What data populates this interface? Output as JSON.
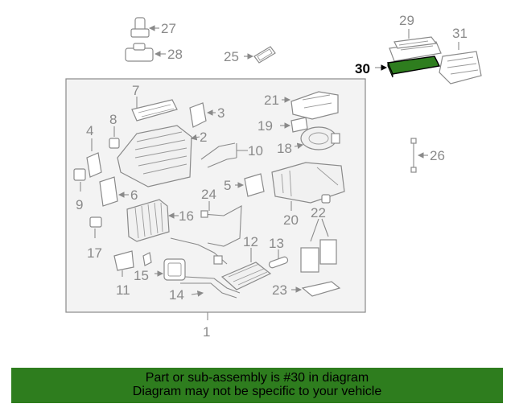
{
  "diagram": {
    "callouts": {
      "c1": "1",
      "c2": "2",
      "c3": "3",
      "c4": "4",
      "c5": "5",
      "c6": "6",
      "c7": "7",
      "c8": "8",
      "c9": "9",
      "c10": "10",
      "c11": "11",
      "c12": "12",
      "c13": "13",
      "c14": "14",
      "c15": "15",
      "c16": "16",
      "c17": "17",
      "c18": "18",
      "c19": "19",
      "c20": "20",
      "c21": "21",
      "c22": "22",
      "c23": "23",
      "c24": "24",
      "c25": "25",
      "c26": "26",
      "c27": "27",
      "c28": "28",
      "c29": "29",
      "c30": "30",
      "c31": "31"
    },
    "highlighted_part": "30",
    "highlight_color": "#2e7d1e"
  },
  "banner": {
    "line1": "Part or sub-assembly is #30 in diagram",
    "line2": "Diagram may not be specific to your vehicle",
    "background": "#2e7d1e"
  }
}
